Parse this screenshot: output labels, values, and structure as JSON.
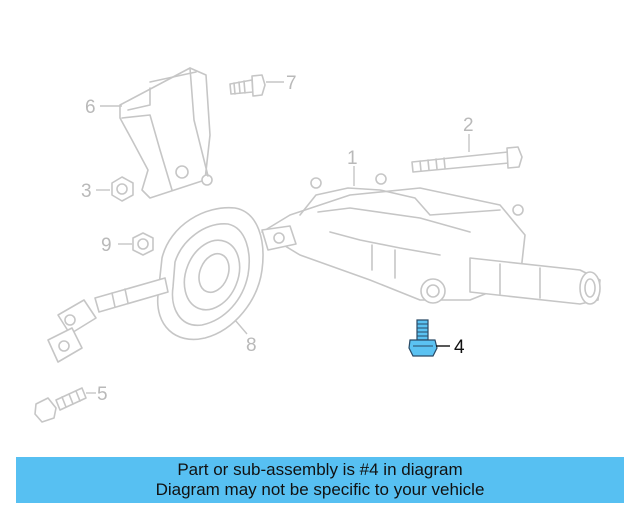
{
  "diagram": {
    "highlight_color": "#5bc2f2",
    "line_color": "#c6c6c6",
    "callouts": [
      {
        "id": "1",
        "label": "1"
      },
      {
        "id": "2",
        "label": "2"
      },
      {
        "id": "3",
        "label": "3"
      },
      {
        "id": "4",
        "label": "4",
        "highlighted": true
      },
      {
        "id": "5",
        "label": "5"
      },
      {
        "id": "6",
        "label": "6"
      },
      {
        "id": "7",
        "label": "7"
      },
      {
        "id": "8",
        "label": "8"
      },
      {
        "id": "9",
        "label": "9"
      }
    ]
  },
  "banner": {
    "line1": "Part or sub-assembly is #4 in diagram",
    "line2": "Diagram may not be specific to your vehicle",
    "color": "#57c0f2"
  }
}
